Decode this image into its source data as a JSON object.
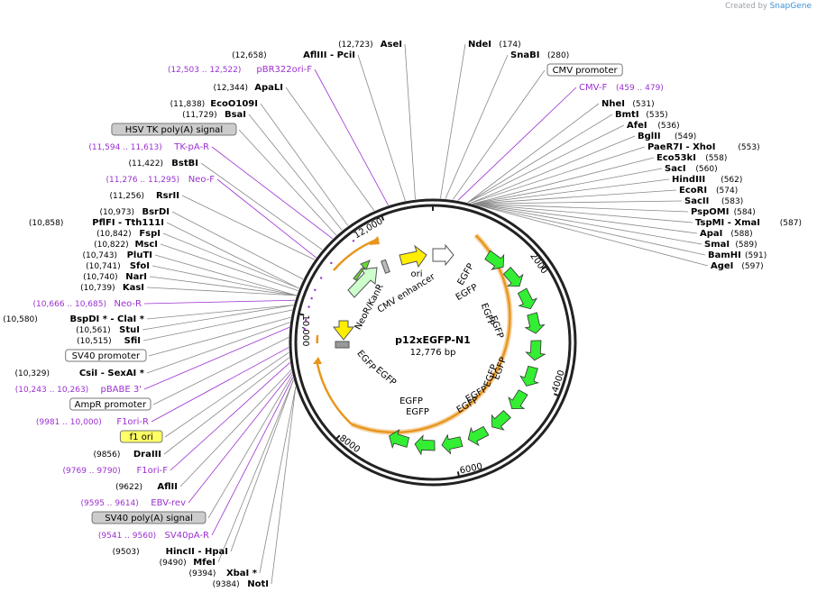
{
  "brand": {
    "created_by": "Created by",
    "product": "SnapGene"
  },
  "plasmid": {
    "name": "p12xEGFP-N1",
    "size": "12,776 bp"
  },
  "ticks": [
    "2000",
    "4000",
    "6000",
    "8000",
    "10,000",
    "12,000"
  ],
  "inner_labels": [
    "ori",
    "CMV enhancer",
    "NeoR/KanR",
    "EGFP",
    "EGFP",
    "EGFP",
    "EGFP",
    "EGFP",
    "EGFP",
    "EGFP",
    "EGFP",
    "EGFP",
    "EGFP",
    "EGFP",
    "EGFP"
  ],
  "left_labels": [
    {
      "pos": "(12,723)",
      "name": "AseI"
    },
    {
      "pos": "(12,658)",
      "name": "AflIII  - PciI"
    },
    {
      "pos": "(12,503 .. 12,522)",
      "name": "pBR322ori-F",
      "kind": "primer"
    },
    {
      "pos": "(12,344)",
      "name": "ApaLI"
    },
    {
      "pos": "(11,838)",
      "name": "EcoO109I"
    },
    {
      "pos": "(11,729)",
      "name": "BsaI"
    },
    {
      "pos": "",
      "name": "HSV TK poly(A) signal",
      "kind": "box-gray"
    },
    {
      "pos": "(11,594 .. 11,613)",
      "name": "TK-pA-R",
      "kind": "primer"
    },
    {
      "pos": "(11,422)",
      "name": "BstBI"
    },
    {
      "pos": "(11,276 .. 11,295)",
      "name": "Neo-F",
      "kind": "primer"
    },
    {
      "pos": "(11,256)",
      "name": "RsrII"
    },
    {
      "pos": "(10,973)",
      "name": "BsrDI"
    },
    {
      "pos": "(10,858)",
      "name": "PflFI  - Tth111I"
    },
    {
      "pos": "(10,842)",
      "name": "FspI"
    },
    {
      "pos": "(10,822)",
      "name": "MscI"
    },
    {
      "pos": "(10,743)",
      "name": "PluTI"
    },
    {
      "pos": "(10,741)",
      "name": "SfoI"
    },
    {
      "pos": "(10,740)",
      "name": "NarI"
    },
    {
      "pos": "(10,739)",
      "name": "KasI"
    },
    {
      "pos": "(10,666 .. 10,685)",
      "name": "Neo-R",
      "kind": "primer"
    },
    {
      "pos": "(10,580)",
      "name": "BspDI *  - ClaI *"
    },
    {
      "pos": "(10,561)",
      "name": "StuI"
    },
    {
      "pos": "(10,515)",
      "name": "SfiI"
    },
    {
      "pos": "",
      "name": "SV40 promoter",
      "kind": "box"
    },
    {
      "pos": "(10,329)",
      "name": "CsiI  - SexAI *"
    },
    {
      "pos": "(10,243 .. 10,263)",
      "name": "pBABE 3'",
      "kind": "primer"
    },
    {
      "pos": "",
      "name": "AmpR promoter",
      "kind": "box"
    },
    {
      "pos": "(9981 .. 10,000)",
      "name": "F1ori-R",
      "kind": "primer"
    },
    {
      "pos": "",
      "name": "f1 ori",
      "kind": "box-yellow"
    },
    {
      "pos": "(9856)",
      "name": "DraIII"
    },
    {
      "pos": "(9769 .. 9790)",
      "name": "F1ori-F",
      "kind": "primer"
    },
    {
      "pos": "(9622)",
      "name": "AflII"
    },
    {
      "pos": "(9595 .. 9614)",
      "name": "EBV-rev",
      "kind": "primer"
    },
    {
      "pos": "",
      "name": "SV40 poly(A) signal",
      "kind": "box-gray"
    },
    {
      "pos": "(9541 .. 9560)",
      "name": "SV40pA-R",
      "kind": "primer"
    },
    {
      "pos": "(9503)",
      "name": "HincII  - HpaI"
    },
    {
      "pos": "(9490)",
      "name": "MfeI"
    },
    {
      "pos": "(9394)",
      "name": "XbaI *"
    },
    {
      "pos": "(9384)",
      "name": "NotI"
    }
  ],
  "right_labels": [
    {
      "name": "NdeI",
      "pos": "(174)"
    },
    {
      "name": "SnaBI",
      "pos": "(280)"
    },
    {
      "name": "CMV promoter",
      "pos": "",
      "kind": "box"
    },
    {
      "name": "CMV-F",
      "pos": "(459 .. 479)",
      "kind": "primer"
    },
    {
      "name": "NheI",
      "pos": "(531)"
    },
    {
      "name": "BmtI",
      "pos": "(535)"
    },
    {
      "name": "AfeI",
      "pos": "(536)"
    },
    {
      "name": "BglII",
      "pos": "(549)"
    },
    {
      "name": "PaeR7I  - XhoI",
      "pos": "(553)"
    },
    {
      "name": "Eco53kI",
      "pos": "(558)"
    },
    {
      "name": "SacI",
      "pos": "(560)"
    },
    {
      "name": "HindIII",
      "pos": "(562)"
    },
    {
      "name": "EcoRI",
      "pos": "(574)"
    },
    {
      "name": "SacII",
      "pos": "(583)"
    },
    {
      "name": "PspOMI",
      "pos": "(584)"
    },
    {
      "name": "TspMI  - XmaI",
      "pos": "(587)"
    },
    {
      "name": "ApaI",
      "pos": "(588)"
    },
    {
      "name": "SmaI",
      "pos": "(589)"
    },
    {
      "name": "BamHI",
      "pos": "(591)"
    },
    {
      "name": "AgeI",
      "pos": "(597)"
    }
  ],
  "colors": {
    "egfp": "#33ee33",
    "ori": "#ffee00",
    "neo": "#ccffcc",
    "cds_arc": "#f5a623",
    "primer": "#9b30d0",
    "yellow_box": "#ffff66",
    "gray_box": "#cccccc"
  }
}
